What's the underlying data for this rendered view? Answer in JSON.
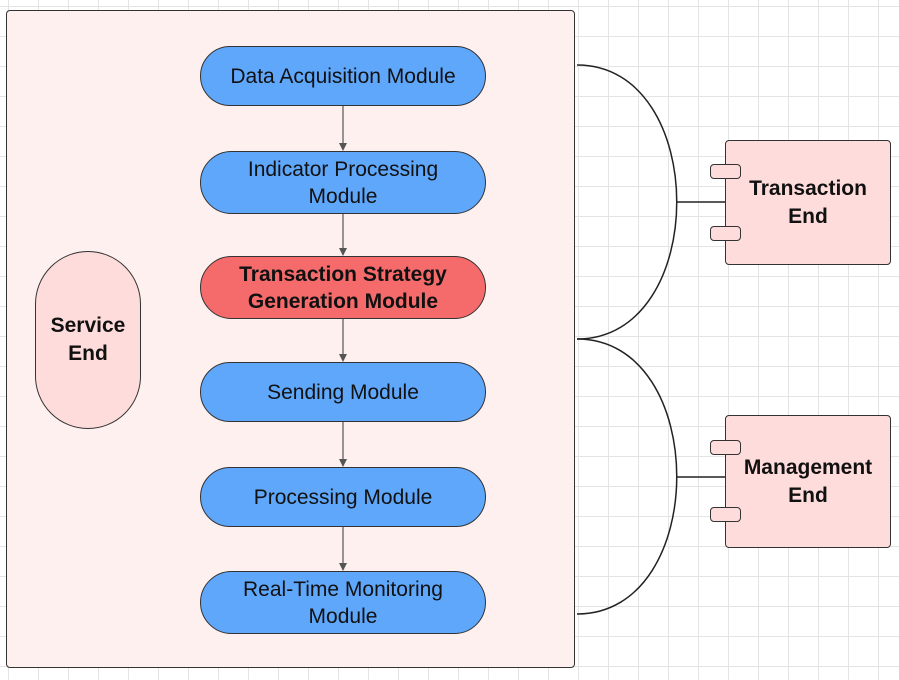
{
  "service_end": {
    "label": "Service\nEnd"
  },
  "modules": [
    {
      "label": "Data Acquisition Module",
      "highlight": false
    },
    {
      "label": "Indicator Processing\nModule",
      "highlight": false
    },
    {
      "label": "Transaction Strategy\nGeneration Module",
      "highlight": true
    },
    {
      "label": "Sending Module",
      "highlight": false
    },
    {
      "label": "Processing Module",
      "highlight": false
    },
    {
      "label": "Real-Time Monitoring\nModule",
      "highlight": false
    }
  ],
  "components": {
    "transaction_end": {
      "label": "Transaction\nEnd"
    },
    "management_end": {
      "label": "Management\nEnd"
    }
  },
  "colors": {
    "module_fill": "#5fa7fb",
    "highlight_fill": "#f56a6a",
    "container_fill": "#fff0f0",
    "end_fill": "#ffdcdc",
    "stroke": "#333333"
  }
}
